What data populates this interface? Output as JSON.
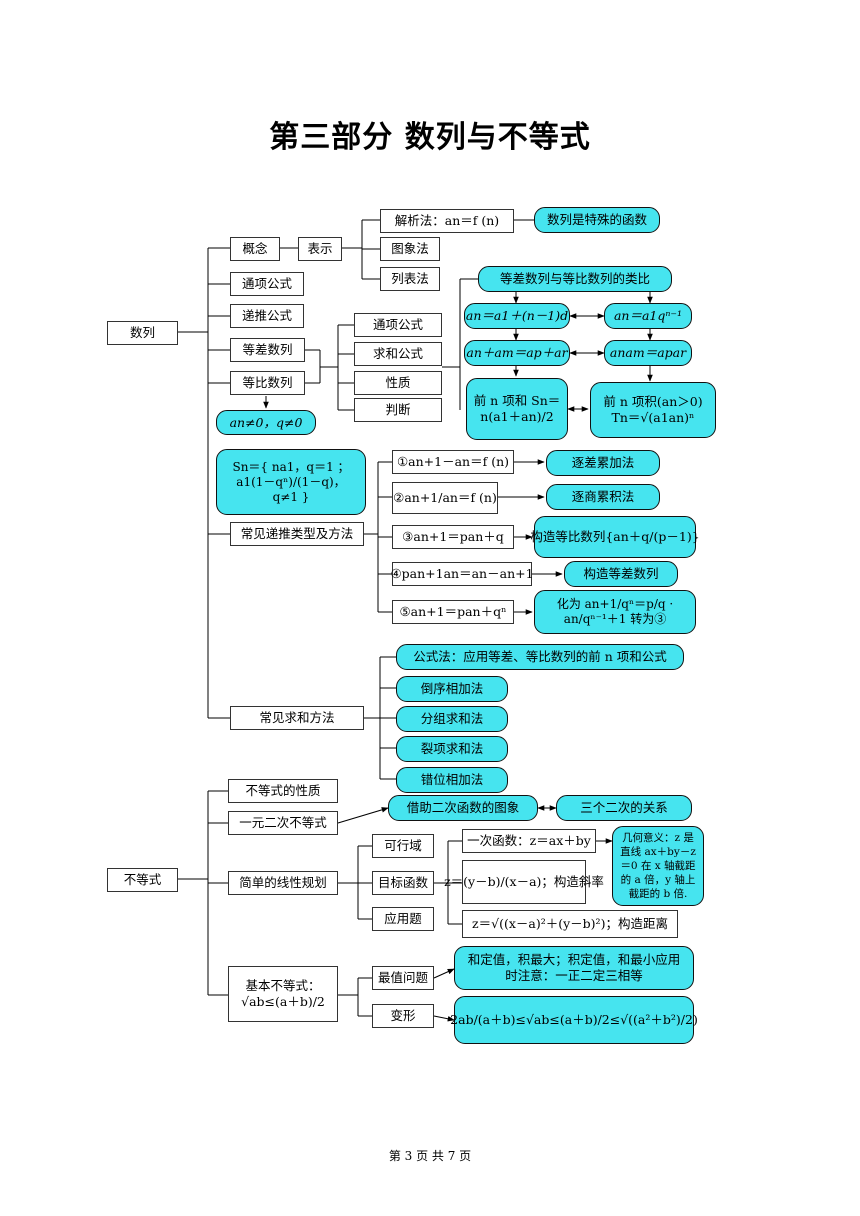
{
  "title": "第三部分    数列与不等式",
  "footer": "第 3 页 共 7 页",
  "nodes": {
    "shulie": "数列",
    "gainian": "概念",
    "biaoshi": "表示",
    "jiexi": "解析法：an＝f (n)",
    "teshu": "数列是特殊的函数",
    "tuxiang": "图象法",
    "liebiao": "列表法",
    "tongxiang": "通项公式",
    "ditui": "递推公式",
    "dengcha": "等差数列",
    "dengbi": "等比数列",
    "ts_tongxiang": "通项公式",
    "ts_qiuhe": "求和公式",
    "ts_xingzhi": "性质",
    "ts_panduan": "判断",
    "leibi": "等差数列与等比数列的类比",
    "ac_formula": "an＝a1＋(n－1)d",
    "ag_formula": "an＝a1qⁿ⁻¹",
    "ac_prop": "an＋am＝ap＋ar",
    "ag_prop": "anam＝apar",
    "ac_sum": "前 n 项和 Sn＝n(a1＋an)/2",
    "ag_prod": "前 n 项积(an＞0) Tn＝√(a1an)ⁿ",
    "cond": "an≠0，q≠0",
    "gsum": "Sn＝{ na1，q＝1 ； a1(1－qⁿ)/(1－q)，q≠1 }",
    "ditui_types": "常见递推类型及方法",
    "r1": "①an+1－an＝f (n)",
    "r1m": "逐差累加法",
    "r2": "②an+1/an＝f (n)",
    "r2m": "逐商累积法",
    "r3": "③an+1＝pan＋q",
    "r3m": "构造等比数列{an＋q/(p－1)}",
    "r4": "④pan+1an＝an－an+1",
    "r4m": "构造等差数列",
    "r5": "⑤an+1＝pan＋qⁿ",
    "r5m": "化为 an+1/qⁿ＝p/q · an/qⁿ⁻¹＋1 转为③",
    "qiuhe": "常见求和方法",
    "s1": "公式法：应用等差、等比数列的前 n 项和公式",
    "s2": "倒序相加法",
    "s3": "分组求和法",
    "s4": "裂项求和法",
    "s5": "错位相加法",
    "budengshi": "不等式",
    "xingzhi": "不等式的性质",
    "yiyuan": "一元二次不等式",
    "jiezhu": "借助二次函数的图象",
    "sange": "三个二次的关系",
    "xianxing": "简单的线性规划",
    "kexing": "可行域",
    "mubiao": "目标函数",
    "yingyong": "应用题",
    "yici": "一次函数：z＝ax＋by",
    "xielv": "z＝(y－b)/(x－a)；构造斜率",
    "juli": "z＝√((x－a)²＋(y－b)²)；构造距离",
    "jihe": "几何意义：z 是直线 ax＋by－z＝0 在 x 轴截距的 a 倍，y 轴上截距的 b 倍.",
    "jiben": "基本不等式：√ab≤(a＋b)/2",
    "zuizhi": "最值问题",
    "zuizhi_note": "和定值，积最大；积定值，和最小应用时注意：一正二定三相等",
    "bianxing": "变形",
    "bianxing_f": "2ab/(a＋b)≤√ab≤(a＋b)/2≤√((a²＋b²)/2)"
  }
}
